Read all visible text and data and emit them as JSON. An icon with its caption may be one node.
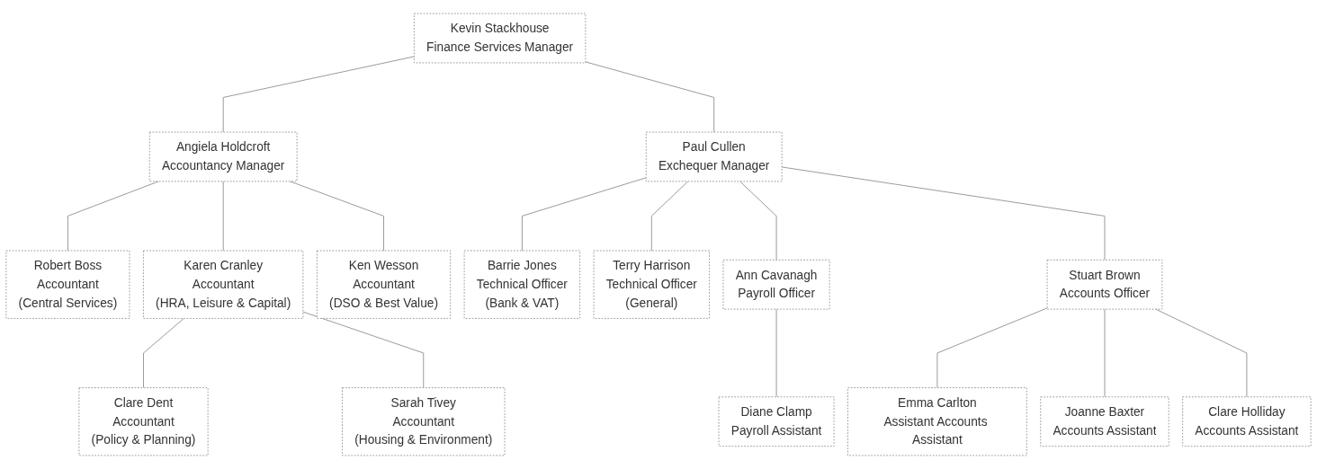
{
  "diagram": {
    "nodes": [
      {
        "text": [
          "Kevin Stackhouse",
          "Finance Services Manager"
        ]
      },
      {
        "text": [
          "Angiela Holdcroft",
          "Accountancy Manager"
        ]
      },
      {
        "text": [
          "Paul Cullen",
          "Exchequer Manager"
        ]
      },
      {
        "text": [
          "Robert Boss",
          "Accountant",
          "(Central Services)"
        ]
      },
      {
        "text": [
          "Karen Cranley",
          "Accountant",
          "(HRA, Leisure & Capital)"
        ]
      },
      {
        "text": [
          "Ken Wesson",
          "Accountant",
          "(DSO & Best Value)"
        ]
      },
      {
        "text": [
          "Barrie Jones",
          "Technical Officer",
          "(Bank & VAT)"
        ]
      },
      {
        "text": [
          "Terry Harrison",
          "Technical Officer",
          "(General)"
        ]
      },
      {
        "text": [
          "Ann Cavanagh",
          "Payroll Officer"
        ]
      },
      {
        "text": [
          "Stuart Brown",
          "Accounts Officer"
        ]
      },
      {
        "text": [
          "Clare Dent",
          "Accountant",
          "(Policy & Planning)"
        ]
      },
      {
        "text": [
          "Sarah Tivey",
          "Accountant",
          "(Housing & Environment)"
        ]
      },
      {
        "text": [
          "Diane Clamp",
          "Payroll Assistant"
        ]
      },
      {
        "text": [
          "Emma Carlton",
          "Assistant Accounts Assistant"
        ]
      },
      {
        "text": [
          "Joanne Baxter",
          "Accounts Assistant"
        ]
      },
      {
        "text": [
          "Clare Holliday",
          "Accounts Assistant"
        ]
      }
    ],
    "edges": [
      {
        "from": 0,
        "to": 1,
        "arrow": "none"
      },
      {
        "from": 0,
        "to": 2,
        "arrow": "none"
      },
      {
        "from": 1,
        "to": 3,
        "arrow": "none"
      },
      {
        "from": 1,
        "to": 4,
        "arrow": "none"
      },
      {
        "from": 1,
        "to": 5,
        "arrow": "none"
      },
      {
        "from": 2,
        "to": 6,
        "arrow": "none"
      },
      {
        "from": 2,
        "to": 7,
        "arrow": "none"
      },
      {
        "from": 2,
        "to": 8,
        "arrow": "none"
      },
      {
        "from": 2,
        "to": 9,
        "arrow": "none"
      },
      {
        "from": 4,
        "to": 10,
        "arrow": "none"
      },
      {
        "from": 4,
        "to": 11,
        "arrow": "none"
      },
      {
        "from": 8,
        "to": 12,
        "arrow": "none"
      },
      {
        "from": 9,
        "to": 13,
        "arrow": "none"
      },
      {
        "from": 9,
        "to": 14,
        "arrow": "none"
      },
      {
        "from": 9,
        "to": 15,
        "arrow": "none"
      }
    ]
  }
}
